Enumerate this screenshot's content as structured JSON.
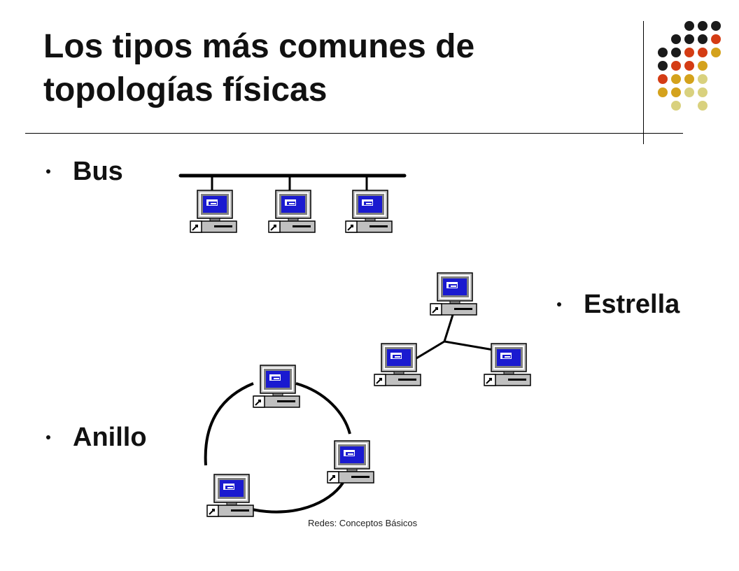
{
  "slide": {
    "title_line1": "Los tipos más comunes de",
    "title_line2": "topologías físicas",
    "footer": "Redes: Conceptos Básicos"
  },
  "bullets": {
    "bus": "Bus",
    "star": "Estrella",
    "ring": "Anillo"
  },
  "colors": {
    "dot_black": "#1a1a1a",
    "dot_red": "#d43c14",
    "dot_gold": "#d4a21c",
    "dot_khaki": "#d9d17e",
    "monitor_screen": "#1a1ad0"
  },
  "icons": {
    "computer": "computer-icon",
    "shortcut": "shortcut-arrow-icon"
  }
}
